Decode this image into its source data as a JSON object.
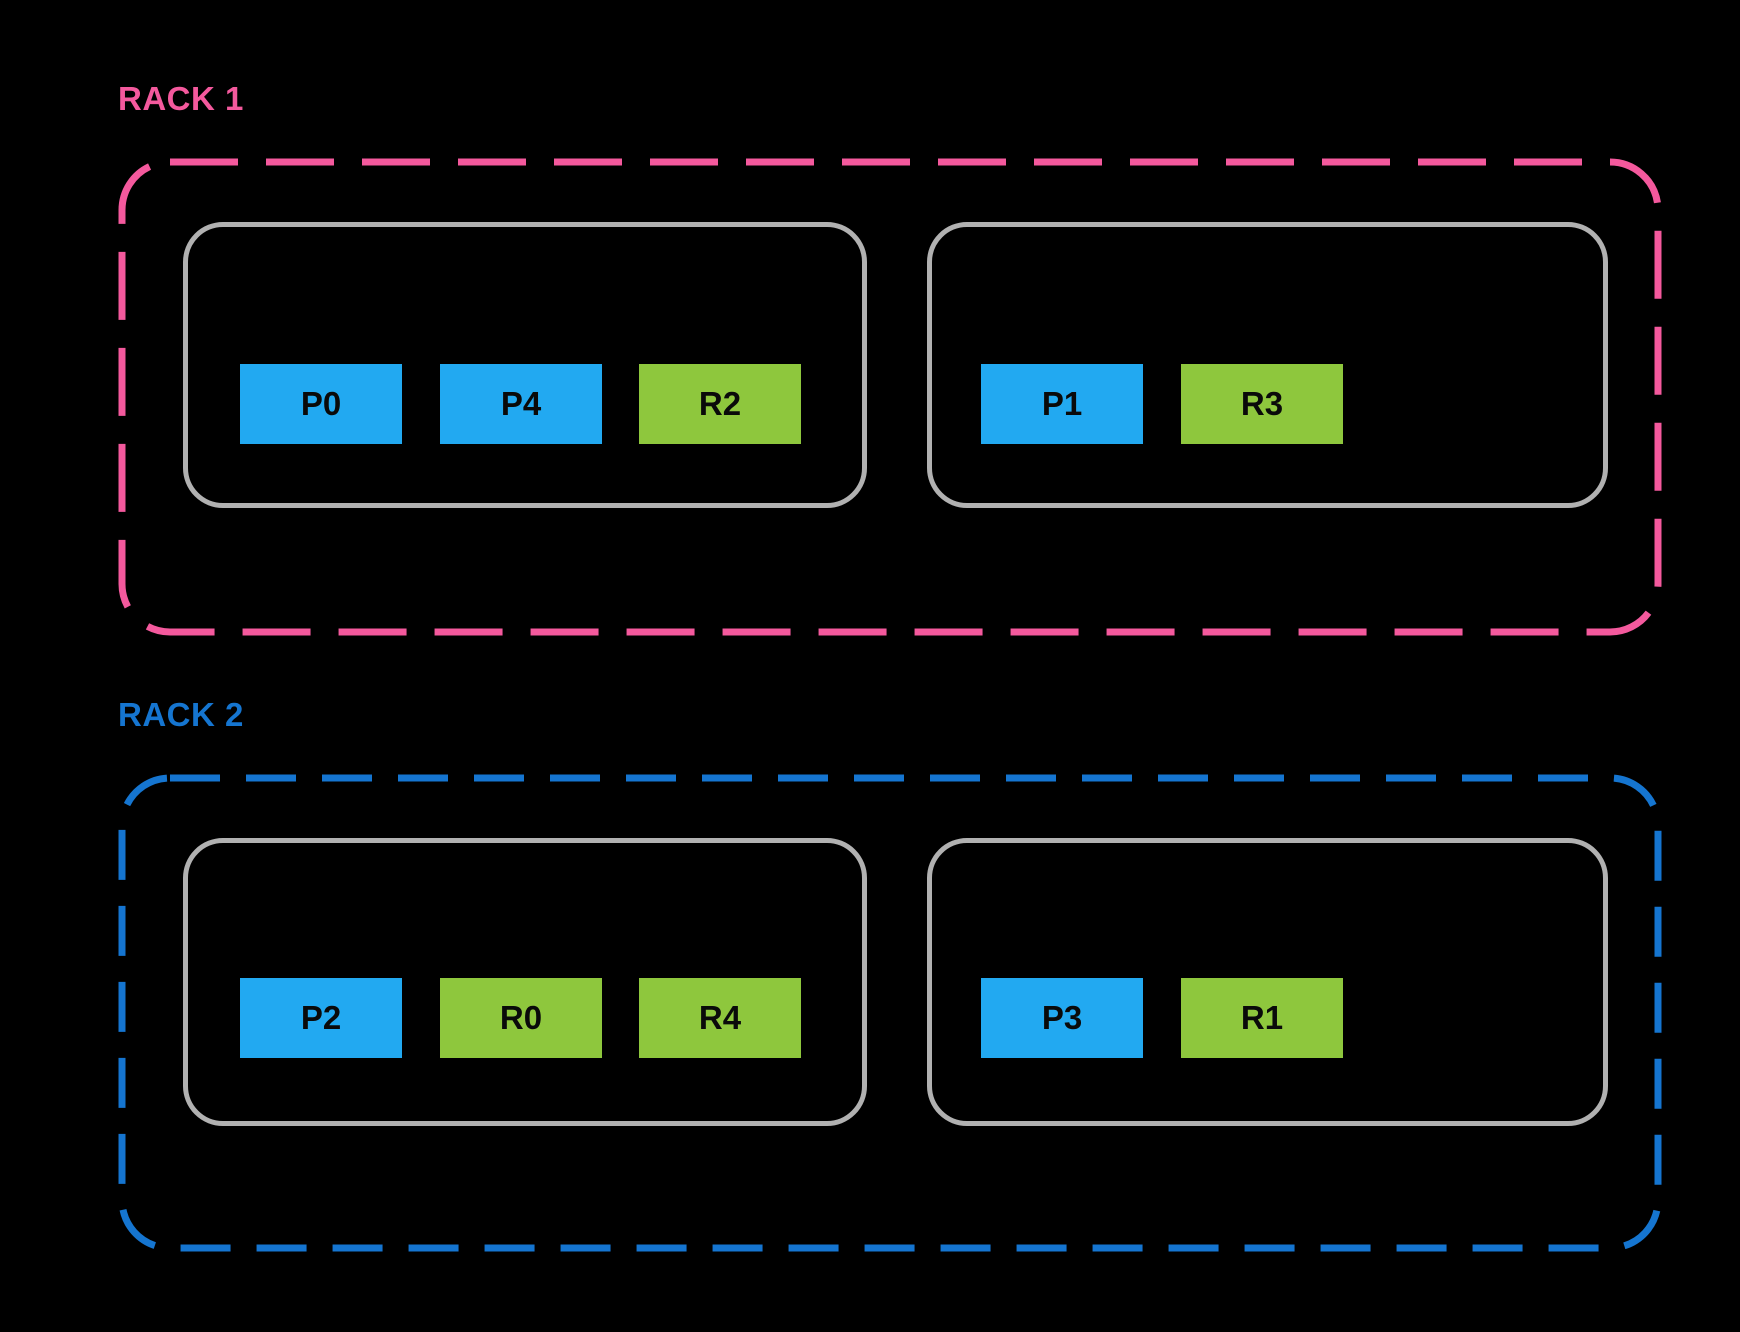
{
  "colors": {
    "background": "#000000",
    "rack1_accent": "#F4599D",
    "rack2_accent": "#1575D0",
    "node_border": "#B1B1B1",
    "slot_blue": "#22A9F1",
    "slot_green": "#8EC73D",
    "slot_text": "#0A0A0A"
  },
  "racks": [
    {
      "label": "RACK 1",
      "accent": "#F4599D",
      "nodes": [
        {
          "slots": [
            {
              "label": "P0",
              "kind": "blue"
            },
            {
              "label": "P4",
              "kind": "blue"
            },
            {
              "label": "R2",
              "kind": "green"
            }
          ]
        },
        {
          "slots": [
            {
              "label": "P1",
              "kind": "blue"
            },
            {
              "label": "R3",
              "kind": "green"
            }
          ]
        }
      ]
    },
    {
      "label": "RACK 2",
      "accent": "#1575D0",
      "nodes": [
        {
          "slots": [
            {
              "label": "P2",
              "kind": "blue"
            },
            {
              "label": "R0",
              "kind": "green"
            },
            {
              "label": "R4",
              "kind": "green"
            }
          ]
        },
        {
          "slots": [
            {
              "label": "P3",
              "kind": "blue"
            },
            {
              "label": "R1",
              "kind": "green"
            }
          ]
        }
      ]
    }
  ]
}
